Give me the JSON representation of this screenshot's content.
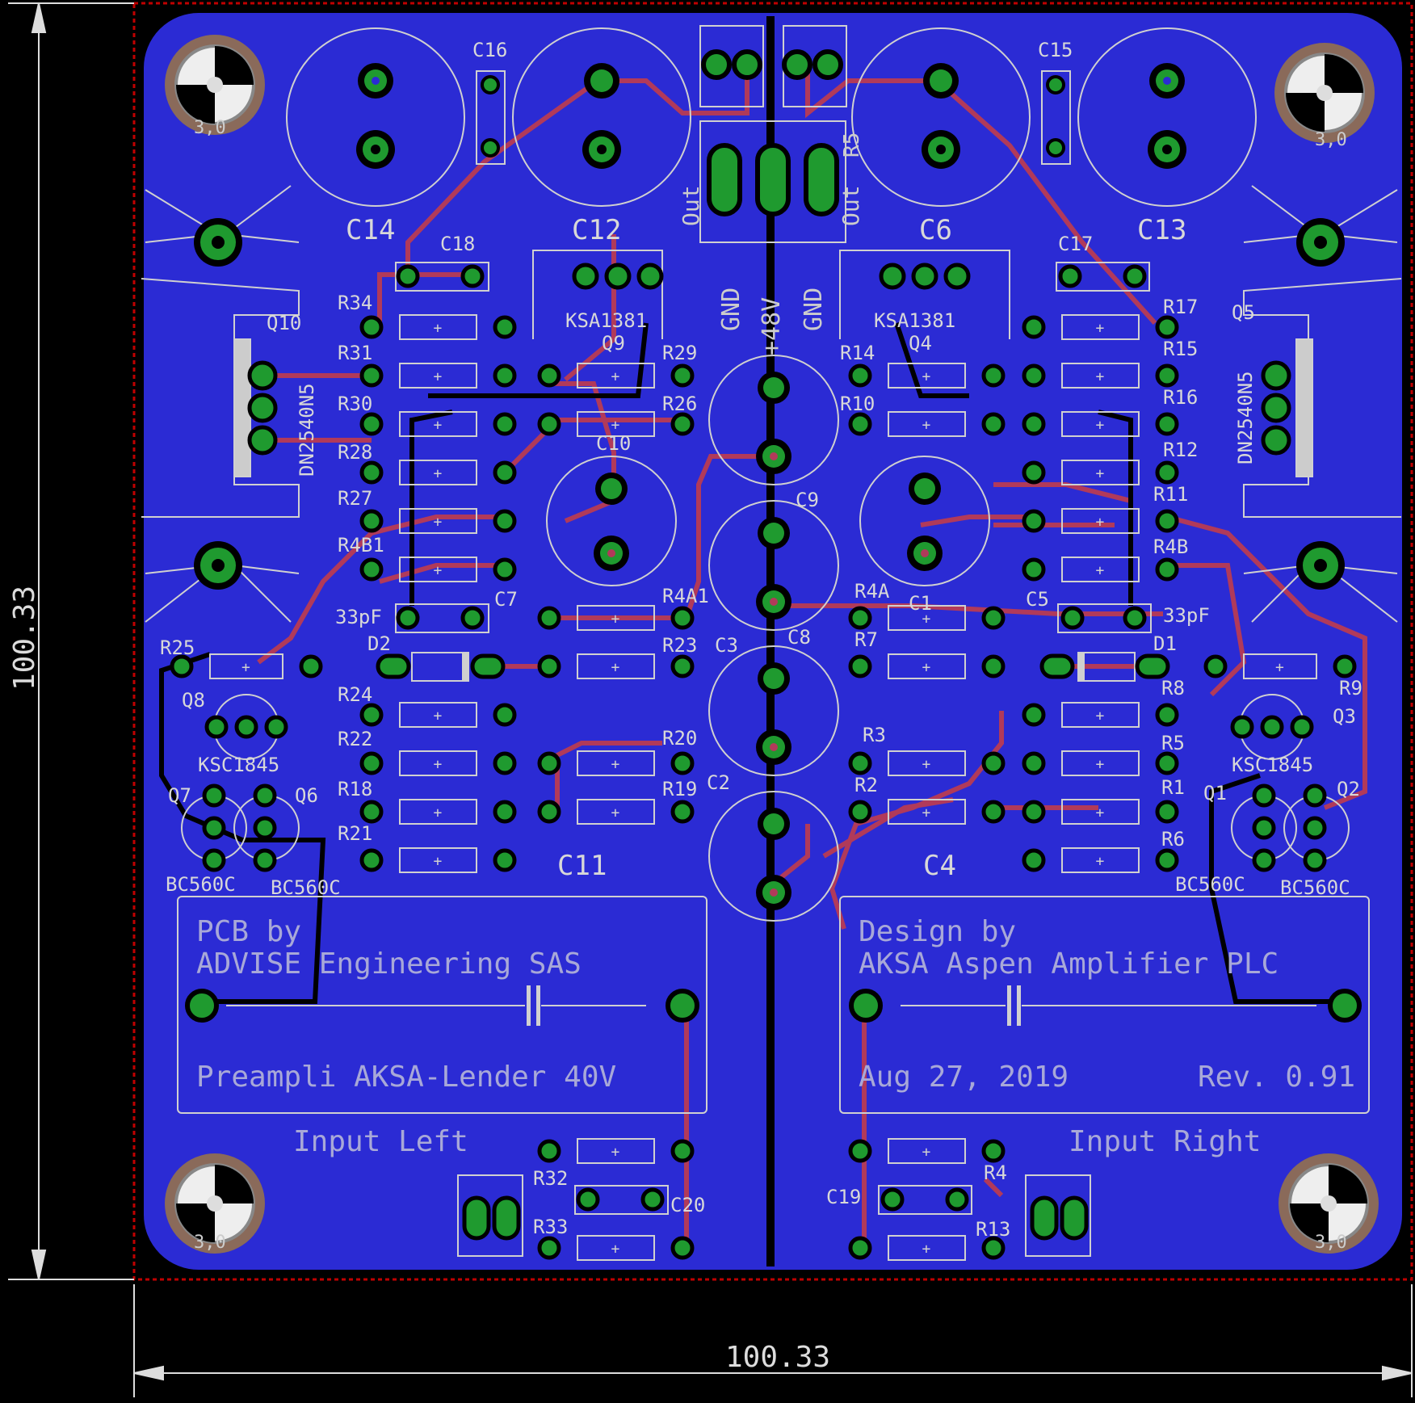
{
  "dimensions": {
    "width": "100.33",
    "height": "100.33"
  },
  "title_block": {
    "line1": "PCB by",
    "line2": "ADVISE Engineering SAS",
    "line3": "Preampli AKSA-Lender 40V",
    "line4": "Design by",
    "line5": "AKSA Aspen Amplifier PLC",
    "date": "Aug 27, 2019",
    "rev": "Rev. 0.91"
  },
  "inputs": {
    "left": "Input Left",
    "right": "Input Right"
  },
  "power": {
    "plus48": "+48V",
    "gnd": "GND",
    "out": "Out",
    "r5": "R5"
  },
  "hole_label": "3,0",
  "capacitors_big": [
    "C14",
    "C12",
    "C6",
    "C13",
    "C10",
    "C11",
    "C4"
  ],
  "capacitors_small": [
    "C16",
    "C15",
    "C18",
    "C17",
    "C7",
    "C5",
    "C1",
    "C3",
    "C8",
    "C9",
    "C2",
    "C20",
    "C19"
  ],
  "cap_values": [
    "33pF",
    "33pF"
  ],
  "transistors": {
    "q10": "Q10",
    "q5": "Q5",
    "q9": "Q9",
    "q4": "Q4",
    "q8": "Q8",
    "q3": "Q3",
    "q7": "Q7",
    "q6": "Q6",
    "q1": "Q1",
    "q2": "Q2",
    "dn": "DN2540N5",
    "ksa": "KSA1381",
    "ksc": "KSC1845",
    "bc": "BC560C"
  },
  "diodes": [
    "D2",
    "D1"
  ],
  "resistors_left": [
    "R34",
    "R31",
    "R30",
    "R28",
    "R27",
    "R4B1",
    "R25",
    "R24",
    "R22",
    "R18",
    "R21",
    "R29",
    "R26",
    "R4A1",
    "R23",
    "R20",
    "R19",
    "R32",
    "R33"
  ],
  "resistors_right": [
    "R17",
    "R15",
    "R16",
    "R12",
    "R11",
    "R4B",
    "R9",
    "R8",
    "R5",
    "R1",
    "R6",
    "R14",
    "R10",
    "R4A",
    "R7",
    "R3",
    "R2",
    "R4",
    "R13"
  ],
  "colors": {
    "board": "#2b2bd4",
    "trace": "#b13a5a",
    "pad": "#1f9a2f",
    "silk": "#d8d8d8",
    "outline": "#c00000"
  }
}
